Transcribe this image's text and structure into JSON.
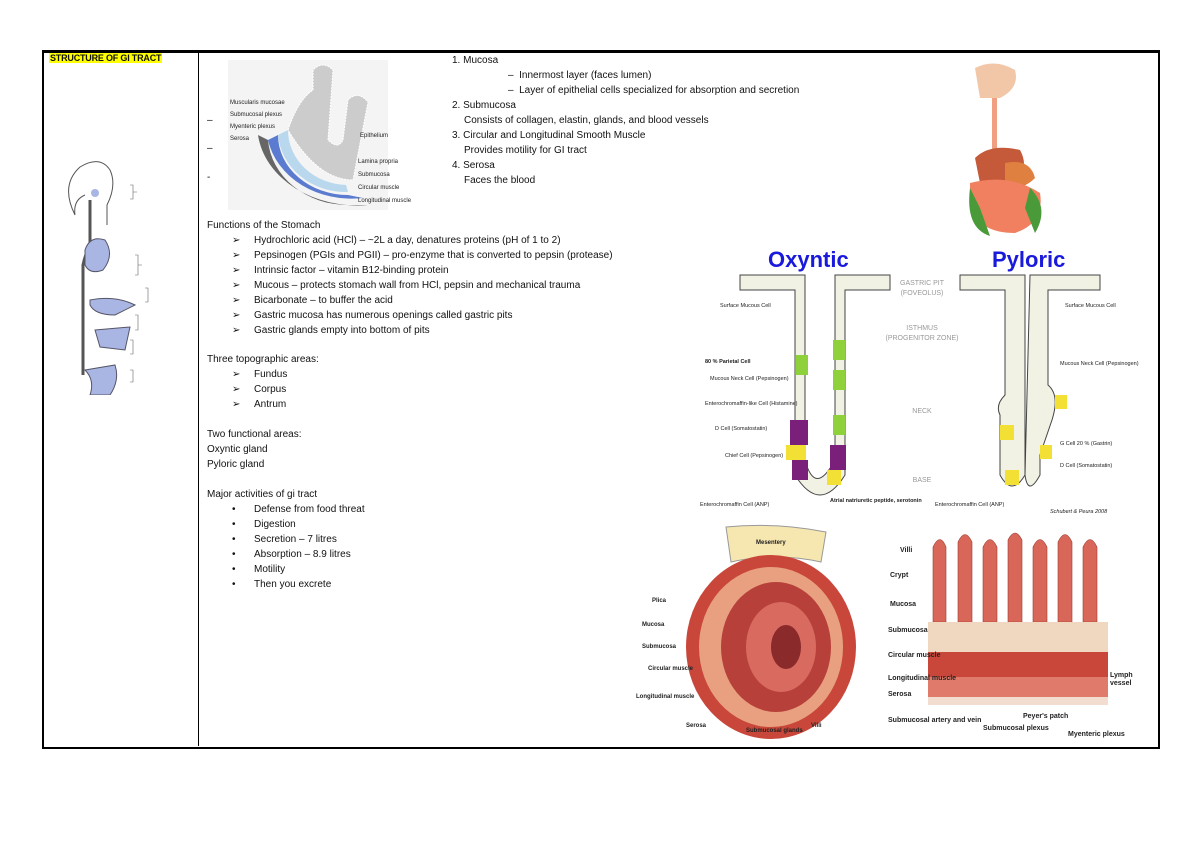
{
  "title": "STRUCTURE OF GI TRACT",
  "layers": [
    {
      "num": "1.",
      "name": "Mucosa",
      "details": [
        "Innermost layer (faces lumen)",
        "Layer of epithelial cells specialized for absorption and secretion"
      ]
    },
    {
      "num": "2.",
      "name": "Submucosa",
      "details": [
        "Consists of collagen, elastin, glands, and blood vessels"
      ]
    },
    {
      "num": "3.",
      "name": "Circular and Longitudinal Smooth Muscle",
      "details": [
        "Provides motility for GI tract"
      ]
    },
    {
      "num": "4.",
      "name": "Serosa",
      "details": [
        "Faces the blood"
      ]
    }
  ],
  "dash_marks": [
    "–",
    "–",
    "-"
  ],
  "layer_figure_labels": [
    "Muscularis mucosae",
    "Submucosal plexus",
    "Myenteric plexus",
    "Serosa",
    "Epithelium",
    "Lamina propria",
    "Submucosa",
    "Circular muscle",
    "Longitudinal muscle"
  ],
  "functions": {
    "heading": "Functions of the Stomach",
    "items": [
      "Hydrochloric acid (HCl) – ~2L a day, denatures proteins (pH of 1 to 2)",
      "Pepsinogen (PGIs and PGII) – pro-enzyme that is converted to pepsin (protease)",
      "Intrinsic factor – vitamin B12-binding protein",
      "Mucous – protects stomach wall from HCl, pepsin and mechanical trauma",
      "Bicarbonate – to buffer the acid",
      "Gastric mucosa has numerous openings called gastric pits",
      "Gastric glands empty into bottom of pits"
    ]
  },
  "topographic": {
    "heading": "Three topographic areas:",
    "items": [
      "Fundus",
      "Corpus",
      "Antrum"
    ]
  },
  "functional": {
    "heading": "Two functional areas:",
    "items": [
      "Oxyntic gland",
      "Pyloric gland"
    ]
  },
  "activities": {
    "heading": "Major activities of gi tract",
    "items": [
      "Defense from food threat",
      "Digestion",
      "Secretion – 7 litres",
      "Absorption – 8.9 litres",
      "Motility",
      "Then you excrete"
    ]
  },
  "glands": {
    "oxyntic": "Oxyntic",
    "pyloric": "Pyloric",
    "zones": [
      "GASTRIC PIT",
      "(FOVEOLUS)",
      "ISTHMUS",
      "(PROGENITOR ZONE)",
      "NECK",
      "BASE"
    ],
    "left_labels": [
      "Surface Mucous Cell",
      "80 % Parietal Cell",
      "Mucous Neck Cell (Pepsinogen)",
      "Enterochromaffin-like Cell (Histamine)",
      "D Cell (Somatostatin)",
      "Chief Cell (Pepsinogen)"
    ],
    "right_labels": [
      "Surface Mucous Cell",
      "Mucous Neck Cell (Pepsinogen)",
      "G Cell 20 % (Gastrin)",
      "D Cell (Somatostatin)"
    ],
    "bottom_labels": [
      "Enterochromaffin Cell (ANP)",
      "Atrial natriuretic peptide, serotonin",
      "Enterochromaffin Cell (ANP)"
    ],
    "credit": "Schubert & Peura 2008"
  },
  "intestine_labels": [
    "Mesentery",
    "Plica",
    "Mucosa",
    "Submucosa",
    "Circular muscle",
    "Longitudinal muscle",
    "Serosa",
    "Submucosal glands",
    "Villi"
  ],
  "villi_labels": [
    "Villi",
    "Crypt",
    "Mucosa",
    "Submucosa",
    "Circular muscle",
    "Longitudinal muscle",
    "Serosa",
    "Submucosal artery and vein",
    "Submucosal plexus",
    "Peyer's patch",
    "Myenteric plexus",
    "Lymph vessel"
  ],
  "colors": {
    "highlight": "#ffff00",
    "heading_blue": "#1a1adc",
    "parietal": "#8ed13b",
    "chief": "#7a1f7a",
    "d_cell": "#f2e034",
    "tissue_red": "#c8473a",
    "organ_blue": "#a9b5e3"
  }
}
